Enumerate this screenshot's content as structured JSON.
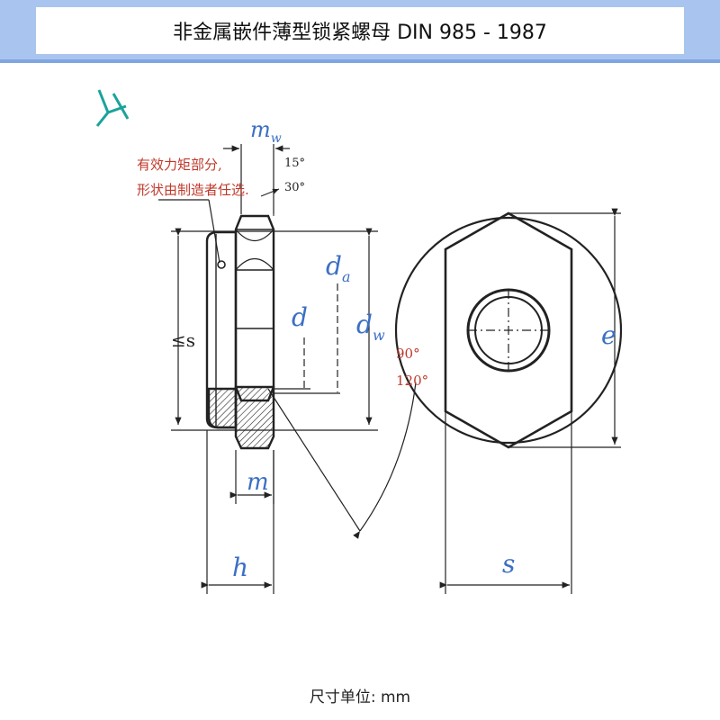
{
  "title": "非金属嵌件薄型锁紧螺母 DIN 985 - 1987",
  "unit_note": "尺寸单位: mm",
  "annotation": {
    "line1": "有效力矩部分,",
    "line2": "形状由制造者任选."
  },
  "labels": {
    "mw": "m",
    "mw_sub": "w",
    "angle_15": "15°",
    "angle_30": "30°",
    "da": "d",
    "da_sub": "a",
    "d": "d",
    "dw": "d",
    "dw_sub": "w",
    "le_s": "≤s",
    "angle_90": "90°",
    "angle_120": "120°",
    "m": "m",
    "h": "h",
    "e": "e",
    "s": "s"
  },
  "colors": {
    "title_bar": "#a9c5ef",
    "dimension_label": "#3b6fc4",
    "annotation": "#c0392b",
    "line": "#222222",
    "logo": "#1aa39a"
  },
  "icons": {
    "logo": "pushpin-logo-icon"
  }
}
